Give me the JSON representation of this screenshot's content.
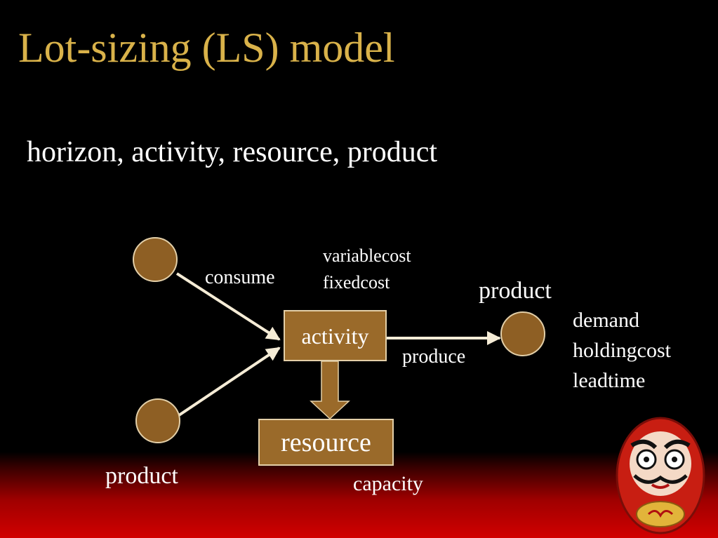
{
  "slide": {
    "title": "Lot-sizing (LS) model",
    "subtitle": "horizon, activity, resource, product"
  },
  "diagram": {
    "activity_label": "activity",
    "resource_label": "resource",
    "edges": {
      "consume": "consume",
      "produce": "produce"
    },
    "activity_attrs": [
      "variablecost",
      "fixedcost"
    ],
    "resource_attrs": [
      "capacity"
    ],
    "output_product_label": "product",
    "output_product_attrs": [
      "demand",
      "holdingcost",
      "leadtime"
    ],
    "input_product_label": "product"
  },
  "colors": {
    "title": "#d9b24a",
    "text": "#ffffff",
    "box_fill": "#9a6a2a",
    "node_fill": "#8e5f24",
    "arrow": "#f5ecd6",
    "background_bottom": "#d10000"
  },
  "icons": {
    "corner_decoration": "daruma-doll-icon"
  }
}
